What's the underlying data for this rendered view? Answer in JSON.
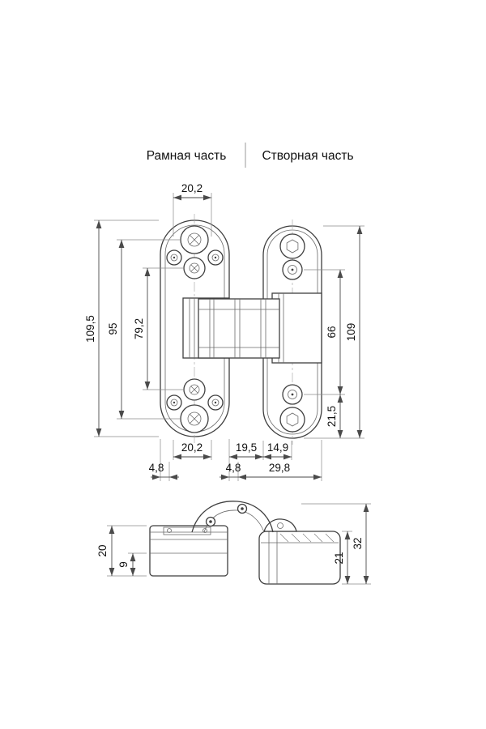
{
  "header": {
    "frame_part_label": "Рамная часть",
    "leaf_part_label": "Створная часть"
  },
  "front_view": {
    "top_width": "20,2",
    "left_total_height": "109,5",
    "left_screw_span": "95",
    "left_inner_span": "79,2",
    "right_screw_span": "66",
    "right_total_height": "109",
    "right_bottom_offset": "21,5",
    "bottom_frame_width": "20,2",
    "bottom_gap": "19,5",
    "bottom_leaf_offset": "14,9",
    "bottom_frame_inset": "4,8",
    "bottom_arm_inset": "4,8",
    "bottom_leaf_width": "29,8"
  },
  "side_view": {
    "frame_height": "20",
    "frame_plate_thickness": "9",
    "leaf_body_height": "21",
    "leaf_total_height": "32"
  }
}
